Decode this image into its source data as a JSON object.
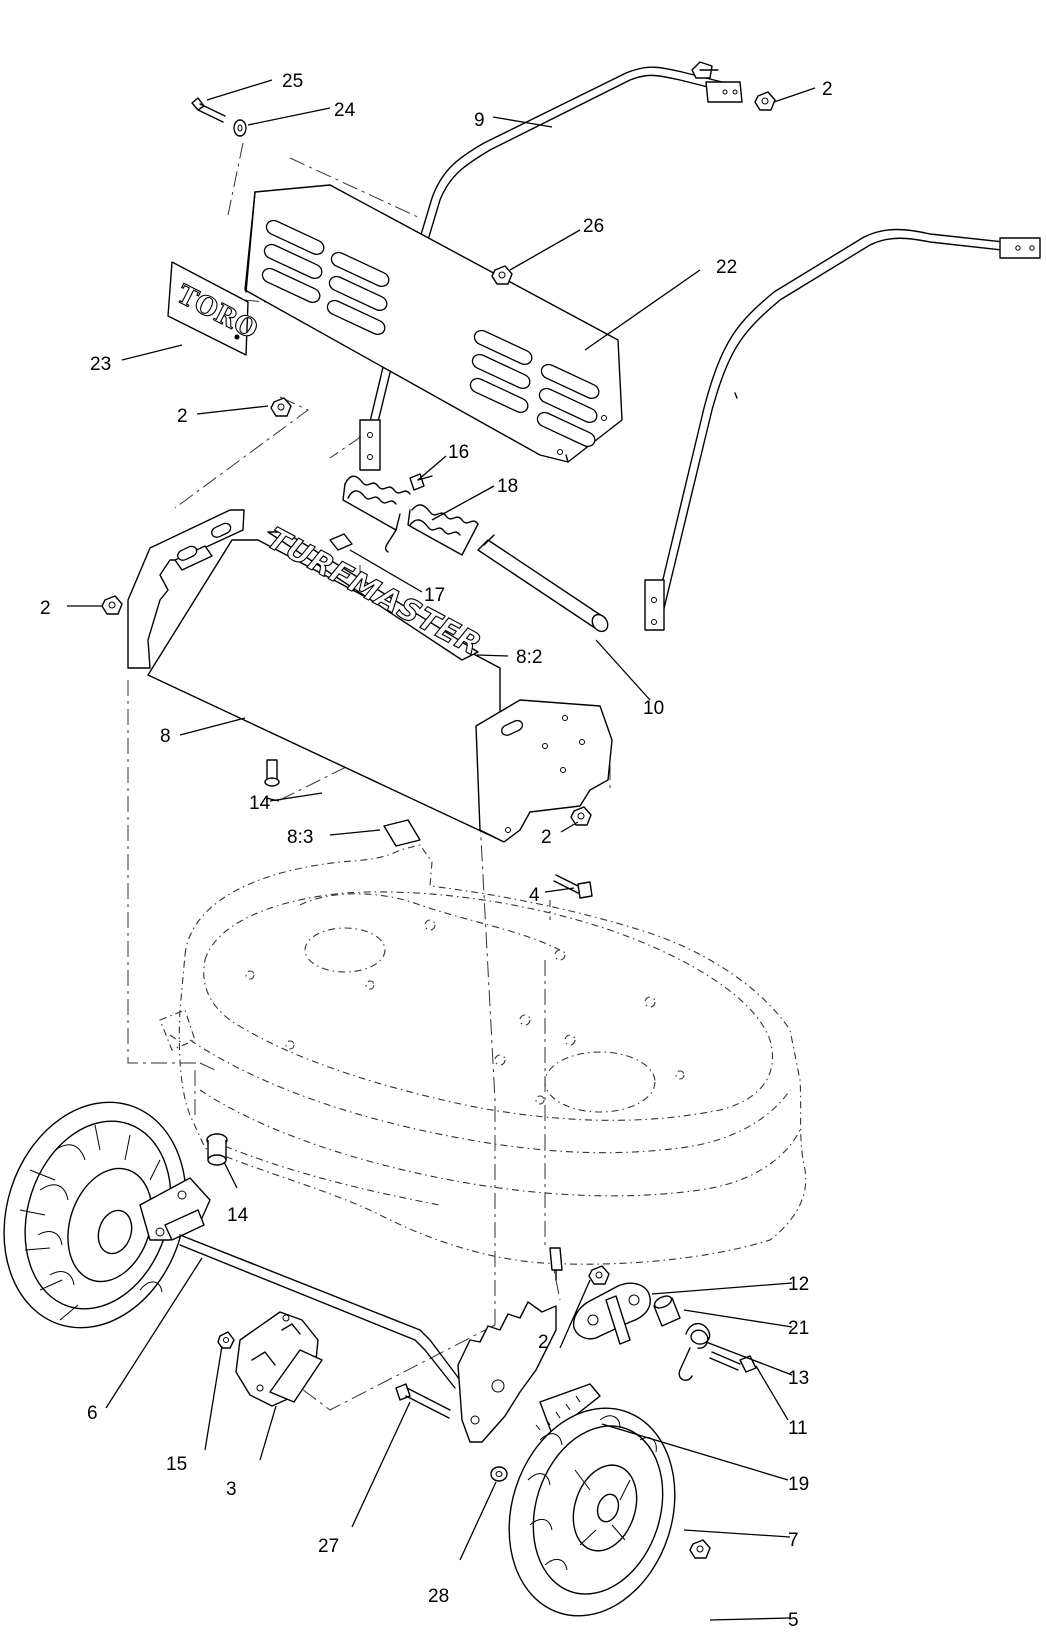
{
  "diagram": {
    "decal_toro": "TORO",
    "decal_turfmaster": "TURFMASTER",
    "callouts": [
      {
        "id": "c25",
        "text": "25"
      },
      {
        "id": "c24",
        "text": "24"
      },
      {
        "id": "c9",
        "text": "9"
      },
      {
        "id": "c2a",
        "text": "2"
      },
      {
        "id": "c26",
        "text": "26"
      },
      {
        "id": "c22",
        "text": "22"
      },
      {
        "id": "c23",
        "text": "23"
      },
      {
        "id": "c2b",
        "text": "2"
      },
      {
        "id": "c16",
        "text": "16"
      },
      {
        "id": "c18",
        "text": "18"
      },
      {
        "id": "c2c",
        "text": "2"
      },
      {
        "id": "c17",
        "text": "17"
      },
      {
        "id": "c82",
        "text": "8:2"
      },
      {
        "id": "c10",
        "text": "10"
      },
      {
        "id": "c8",
        "text": "8"
      },
      {
        "id": "c14a",
        "text": "14"
      },
      {
        "id": "c83",
        "text": "8:3"
      },
      {
        "id": "c2d",
        "text": "2"
      },
      {
        "id": "c4",
        "text": "4"
      },
      {
        "id": "c14b",
        "text": "14"
      },
      {
        "id": "c12",
        "text": "12"
      },
      {
        "id": "c2e",
        "text": "2"
      },
      {
        "id": "c21",
        "text": "21"
      },
      {
        "id": "c13",
        "text": "13"
      },
      {
        "id": "c6",
        "text": "6"
      },
      {
        "id": "c11",
        "text": "11"
      },
      {
        "id": "c15",
        "text": "15"
      },
      {
        "id": "c3",
        "text": "3"
      },
      {
        "id": "c19",
        "text": "19"
      },
      {
        "id": "c27",
        "text": "27"
      },
      {
        "id": "c7",
        "text": "7"
      },
      {
        "id": "c28",
        "text": "28"
      },
      {
        "id": "c5",
        "text": "5"
      }
    ]
  }
}
